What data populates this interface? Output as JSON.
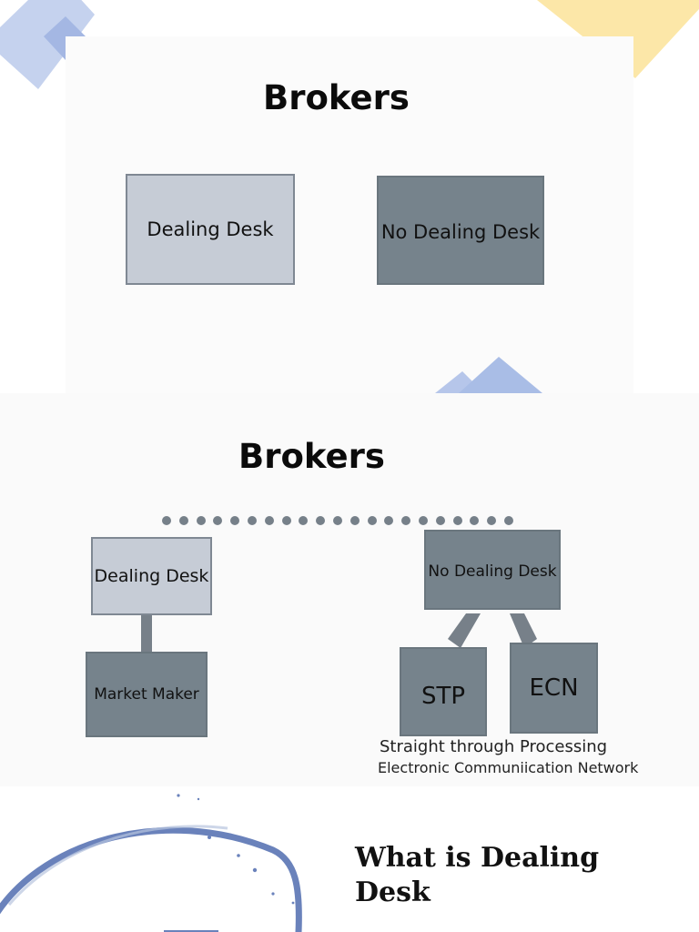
{
  "slide1": {
    "title": "Brokers",
    "boxes": [
      {
        "label": "Dealing Desk"
      },
      {
        "label": "No Dealing Desk"
      }
    ]
  },
  "slide2": {
    "title": "Brokers",
    "dealing_desk": "Dealing Desk",
    "market_maker": "Market Maker",
    "no_dealing_desk": "No Dealing Desk",
    "stp": "STP",
    "ecn": "ECN",
    "stp_caption": "Straight through Processing",
    "ecn_caption": "Electronic Communiication Network"
  },
  "slide3": {
    "heading": "What is Dealing Desk"
  },
  "colors": {
    "light_box": "#c6ccd6",
    "dark_box": "#76838c",
    "accent_blue": "#a9bde6",
    "accent_yellow": "#fbe3a0",
    "ring_blue": "#6a82bb"
  }
}
